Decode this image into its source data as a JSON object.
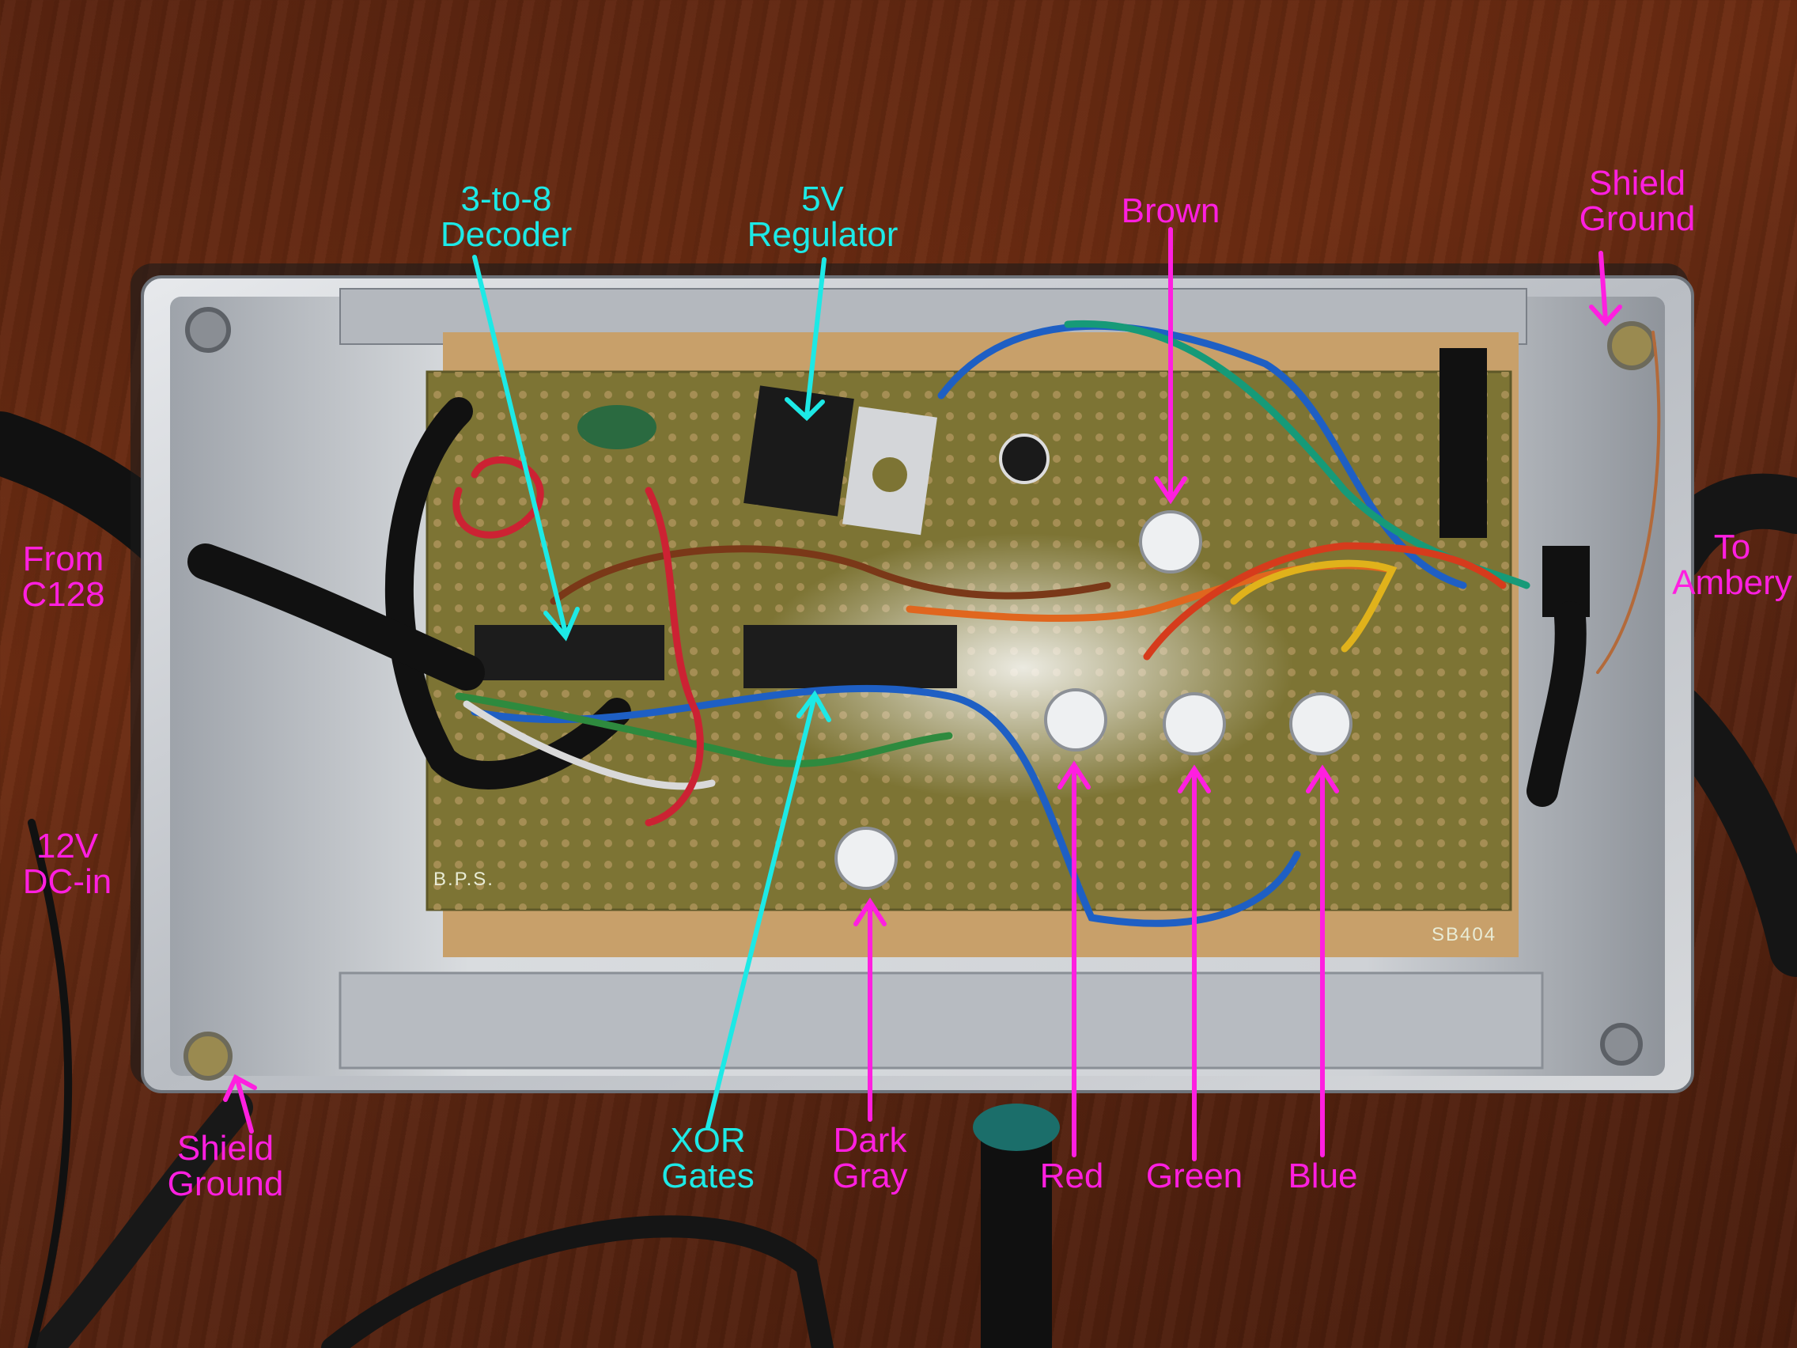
{
  "image": {
    "description": "Annotated photo of an open aluminium enclosure containing a stripboard circuit (C128 video adapter)",
    "colors": {
      "annotation_cyan": "#1de9e6",
      "annotation_magenta": "#ff1fe0",
      "wood": "#5a2410",
      "board": "#7d7434",
      "enclosure": "#c9ccd0"
    }
  },
  "annotations": {
    "cyan": [
      {
        "id": "decoder",
        "lines": [
          "3-to-8",
          "Decoder"
        ]
      },
      {
        "id": "regulator",
        "lines": [
          "5V",
          "Regulator"
        ]
      },
      {
        "id": "xor",
        "lines": [
          "XOR",
          "Gates"
        ]
      }
    ],
    "magenta": [
      {
        "id": "brown",
        "lines": [
          "Brown"
        ]
      },
      {
        "id": "shield-top",
        "lines": [
          "Shield",
          "Ground"
        ]
      },
      {
        "id": "from-c128",
        "lines": [
          "From",
          "C128"
        ]
      },
      {
        "id": "dc-in",
        "lines": [
          "12V",
          "DC-in"
        ]
      },
      {
        "id": "to-ambery",
        "lines": [
          "To",
          "Ambery"
        ]
      },
      {
        "id": "shield-bottom",
        "lines": [
          "Shield",
          "Ground"
        ]
      },
      {
        "id": "dark-gray",
        "lines": [
          "Dark",
          "Gray"
        ]
      },
      {
        "id": "red",
        "lines": [
          "Red"
        ]
      },
      {
        "id": "green",
        "lines": [
          "Green"
        ]
      },
      {
        "id": "blue",
        "lines": [
          "Blue"
        ]
      }
    ]
  },
  "board_markings": {
    "maker": "B.P.S.",
    "model": "SB404"
  }
}
